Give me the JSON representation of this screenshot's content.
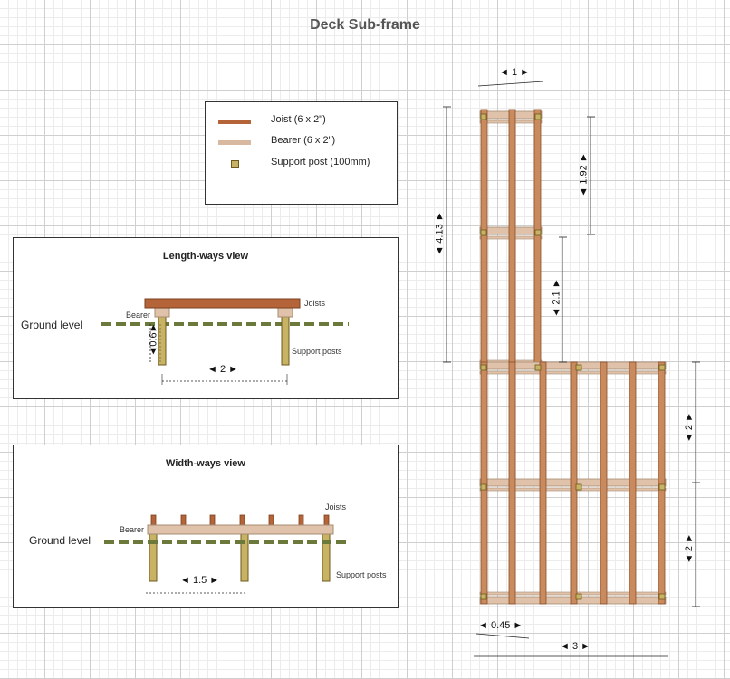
{
  "title": "Deck Sub-frame",
  "legend": {
    "items": [
      {
        "label": "Joist (6 x 2\")",
        "color": "#b5643a"
      },
      {
        "label": "Bearer (6 x 2\")",
        "color": "#d9b8a0"
      },
      {
        "label": "Support post (100mm)",
        "color": "#c8b263"
      }
    ]
  },
  "length_view": {
    "title": "Length-ways view",
    "ground_label": "Ground level",
    "joists_label": "Joists",
    "bearer_label": "Bearer",
    "posts_label": "Support posts",
    "height_dim": "0.6",
    "span_dim": "2"
  },
  "width_view": {
    "title": "Width-ways view",
    "ground_label": "Ground level",
    "joists_label": "Joists",
    "bearer_label": "Bearer",
    "posts_label": "Support posts",
    "span_dim": "1.5"
  },
  "plan": {
    "dims": {
      "top_width": "1",
      "upper_section": "1.92",
      "total_length": "4.13",
      "middle_section": "2.1",
      "lower_section_a": "2",
      "lower_section_b": "2",
      "joist_spacing": "0.45",
      "total_width": "3"
    }
  },
  "colors": {
    "joist": "#b5643a",
    "joist_plan": "#c98a5e",
    "bearer": "#e0c2aa",
    "post": "#c8b263",
    "ground": "#6b7a3a"
  }
}
